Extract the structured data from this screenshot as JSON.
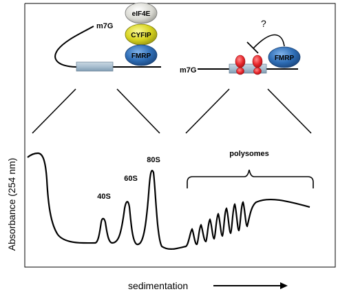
{
  "mrna": {
    "cap_label_left": "m7G",
    "cap_label_right": "m7G"
  },
  "proteins": {
    "eif4e": "eIF4E",
    "cyfip": "CYFIP",
    "fmrp_left": "FMRP",
    "fmrp_right": "FMRP"
  },
  "question_mark": "?",
  "peaks": {
    "p40s": "40S",
    "p60s": "60S",
    "p80s": "80S",
    "polysomes": "polysomes"
  },
  "axes": {
    "y_label": "Absorbance (254 nm)",
    "x_label": "sedimentation"
  },
  "colors": {
    "eif4e_fill": "#d9d9d2",
    "cyfip_fill": "#d8d420",
    "fmrp_fill": "#2e6db5",
    "ribosome_fill": "#e8262b",
    "mrna_box": "#a9bfd0"
  }
}
